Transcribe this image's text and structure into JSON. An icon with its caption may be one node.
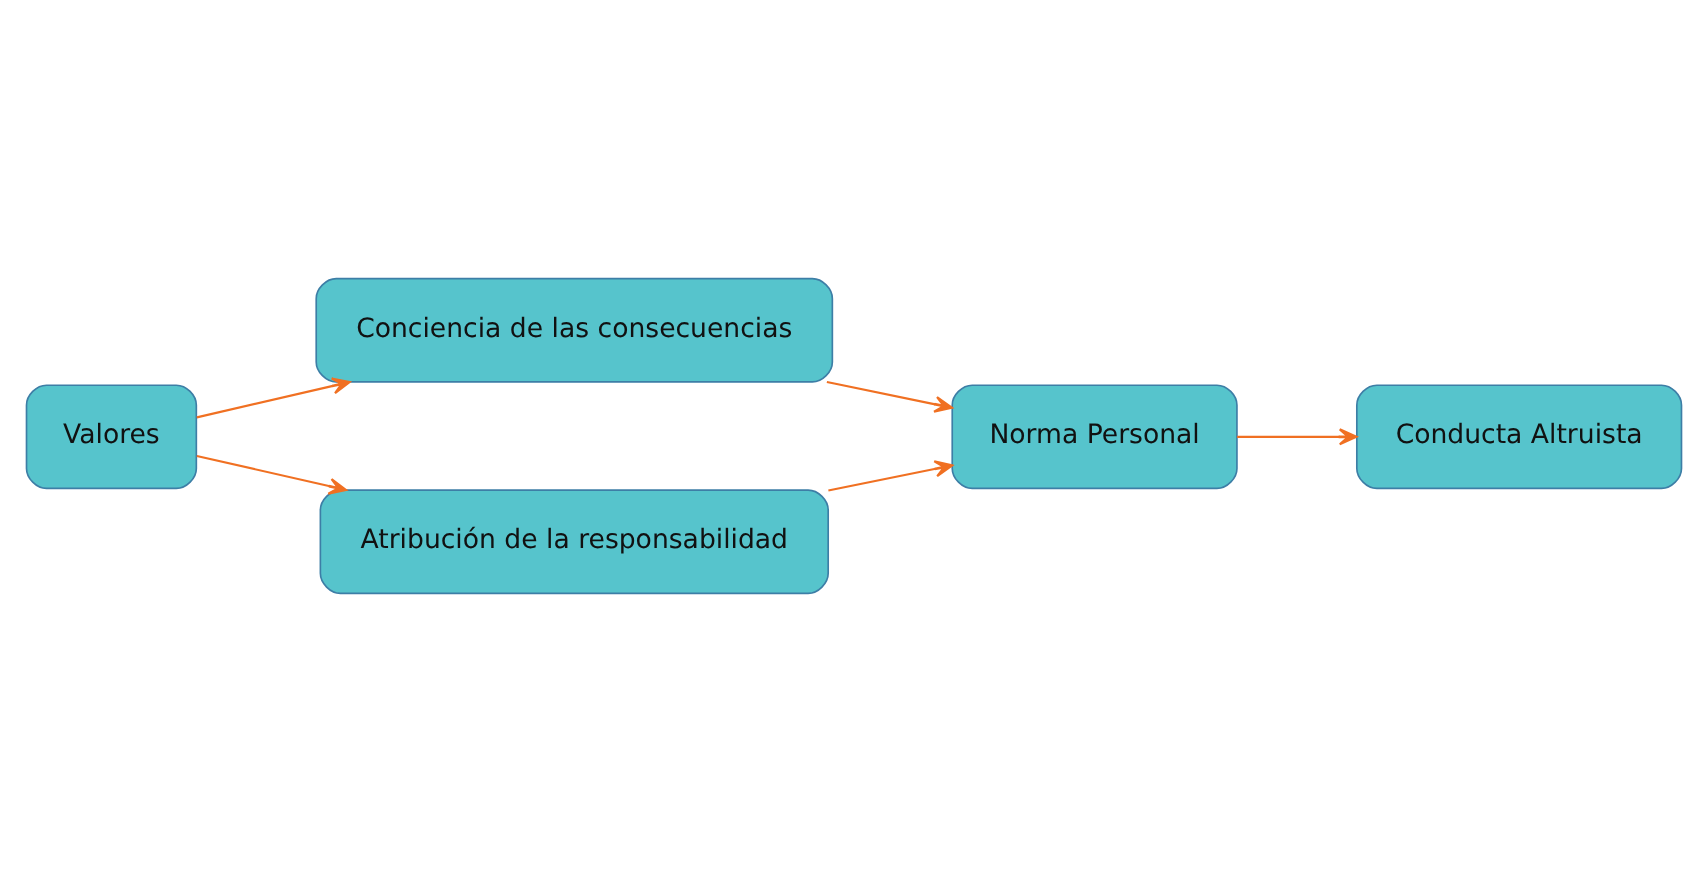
{
  "diagram": {
    "nodes": [
      {
        "text": [
          "Valores"
        ]
      },
      {
        "text": [
          "Conciencia de las consecuencias"
        ]
      },
      {
        "text": [
          "Atribución de la responsabilidad"
        ]
      },
      {
        "text": [
          "Norma Personal"
        ]
      },
      {
        "text": [
          "Conducta Altruista"
        ]
      }
    ],
    "edges": [
      {
        "from": 0,
        "to": 1,
        "arrow": "to"
      },
      {
        "from": 0,
        "to": 2,
        "arrow": "to"
      },
      {
        "from": 1,
        "to": 3,
        "arrow": "to"
      },
      {
        "from": 2,
        "to": 3,
        "arrow": "to"
      },
      {
        "from": 3,
        "to": 4,
        "arrow": "to"
      }
    ]
  }
}
